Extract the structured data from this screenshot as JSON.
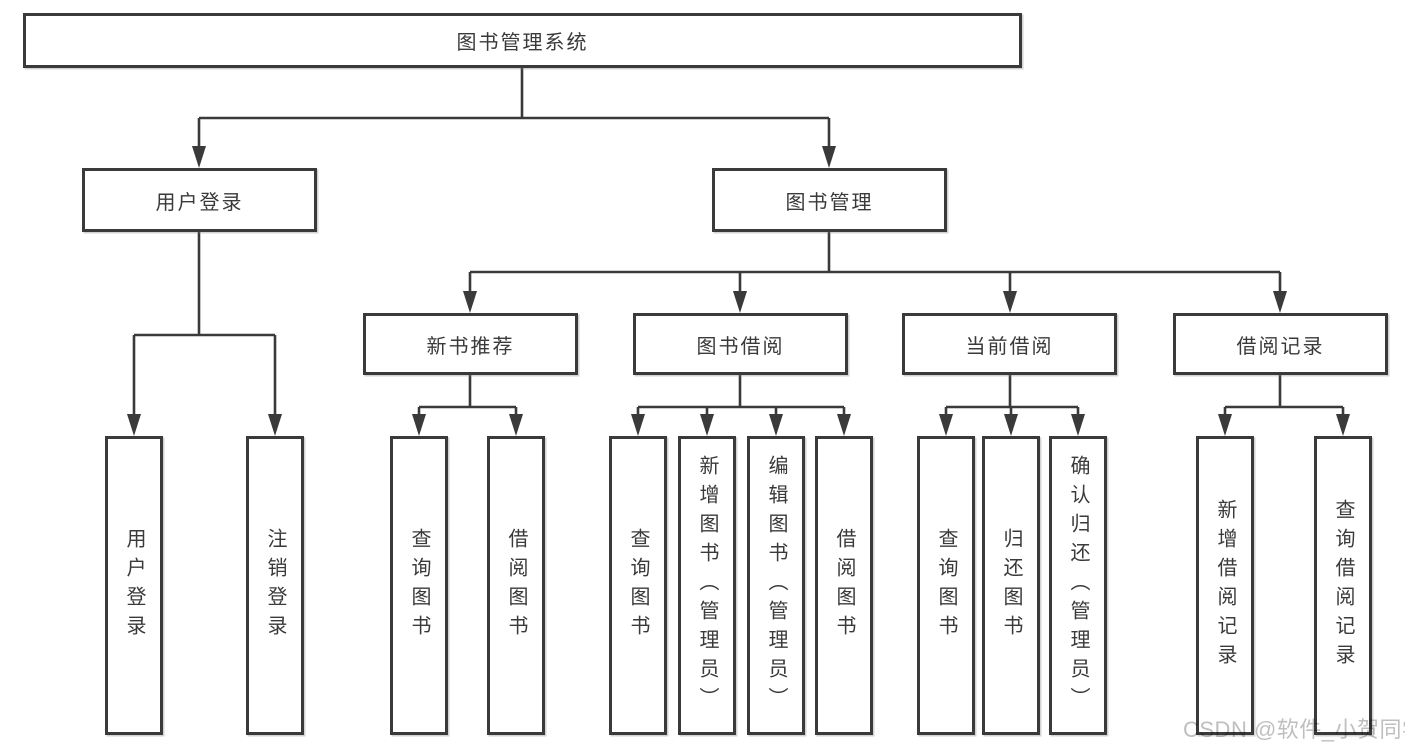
{
  "nodes": {
    "root": "图书管理系统",
    "user_login": "用户登录",
    "book_mgmt": "图书管理",
    "new_books": "新书推荐",
    "book_borrow": "图书借阅",
    "current_borrow": "当前借阅",
    "borrow_records": "借阅记录",
    "leaf_user_login": "用户登录",
    "leaf_logout": "注销登录",
    "leaf_nb_query": "查询图书",
    "leaf_nb_borrow": "借阅图书",
    "leaf_bb_query": "查询图书",
    "leaf_bb_add": "新增图书（管理员）",
    "leaf_bb_edit": "编辑图书（管理员）",
    "leaf_bb_borrow": "借阅图书",
    "leaf_cb_query": "查询图书",
    "leaf_cb_return": "归还图书",
    "leaf_cb_confirm": "确认归还（管理员）",
    "leaf_br_add": "新增借阅记录",
    "leaf_br_query": "查询借阅记录"
  },
  "watermark": "CSDN @软件_小贺同学",
  "colors": {
    "line": "#3a3a3a",
    "text": "#3a3a3a",
    "watermark": "#bfbfbf",
    "background": "#ffffff"
  }
}
